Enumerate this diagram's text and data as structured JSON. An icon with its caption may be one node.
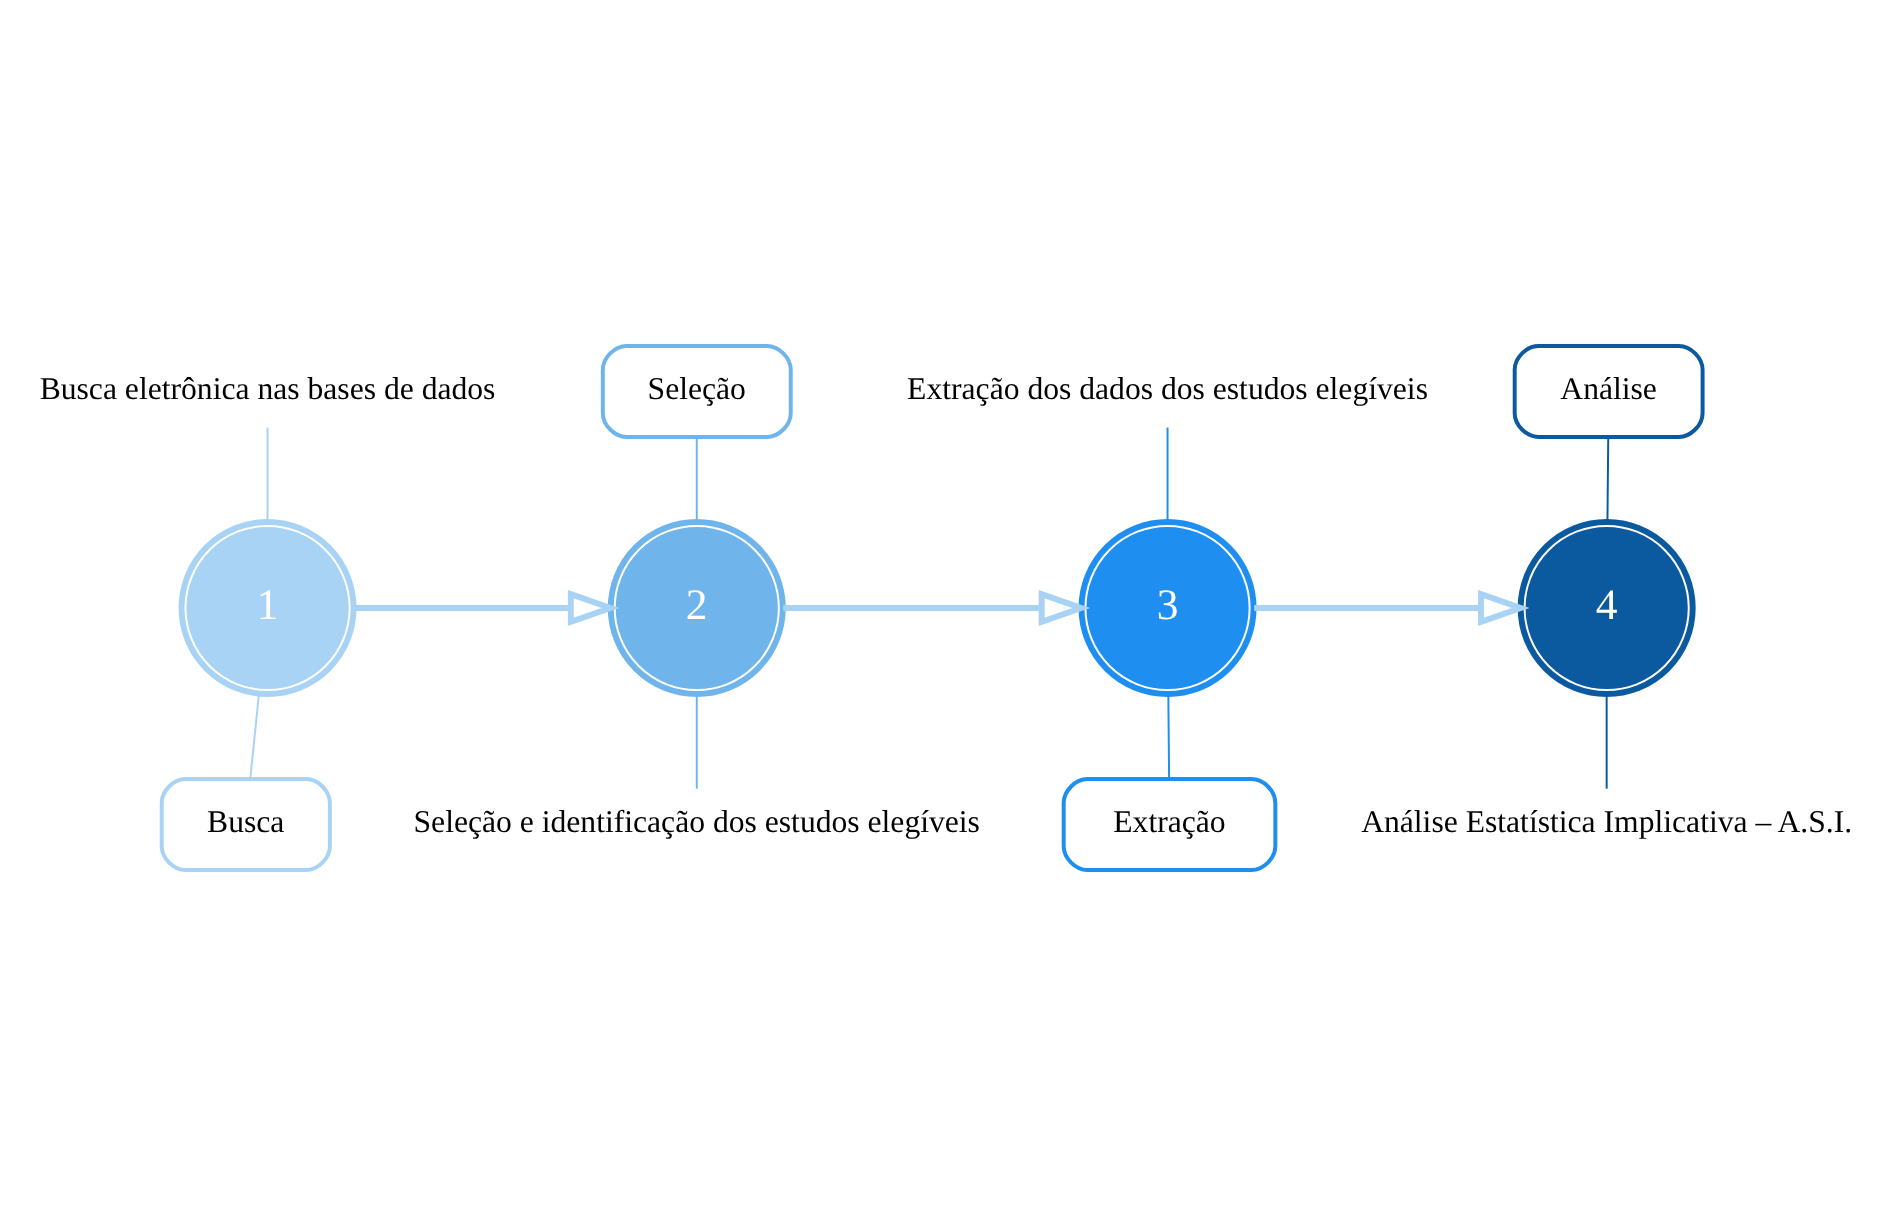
{
  "diagram": {
    "nodes": [
      {
        "text": [
          "1"
        ]
      },
      {
        "text": [
          "Busca eletrônica nas bases de dados"
        ]
      },
      {
        "text": [
          "Busca"
        ]
      },
      {
        "text": [
          "2"
        ]
      },
      {
        "text": [
          "Seleção"
        ]
      },
      {
        "text": [
          "Seleção e identificação dos estudos elegíveis"
        ]
      },
      {
        "text": [
          "3"
        ]
      },
      {
        "text": [
          "Extração dos dados dos estudos elegíveis"
        ]
      },
      {
        "text": [
          "Extração"
        ]
      },
      {
        "text": [
          "4"
        ]
      },
      {
        "text": [
          "Análise"
        ]
      },
      {
        "text": [
          "Análise Estatística Implicativa – A.S.I."
        ]
      }
    ],
    "edges": [
      {
        "from": 0,
        "to": 1,
        "arrow": "none",
        "color": "#a9d3f5"
      },
      {
        "from": 0,
        "to": 2,
        "arrow": "none",
        "color": "#a9d3f5"
      },
      {
        "from": 0,
        "to": 3,
        "arrow": "to",
        "color": "#a9d3f5",
        "style": "thick"
      },
      {
        "from": 3,
        "to": 4,
        "arrow": "none",
        "color": "#6fb5ec"
      },
      {
        "from": 3,
        "to": 5,
        "arrow": "none",
        "color": "#6fb5ec"
      },
      {
        "from": 3,
        "to": 6,
        "arrow": "to",
        "color": "#a9d3f5",
        "style": "thick"
      },
      {
        "from": 6,
        "to": 7,
        "arrow": "none",
        "color": "#1e8ff0"
      },
      {
        "from": 6,
        "to": 8,
        "arrow": "none",
        "color": "#1e8ff0"
      },
      {
        "from": 6,
        "to": 9,
        "arrow": "to",
        "color": "#a9d3f5",
        "style": "thick"
      },
      {
        "from": 9,
        "to": 10,
        "arrow": "none",
        "color": "#0b5aa0"
      },
      {
        "from": 9,
        "to": 11,
        "arrow": "none",
        "color": "#0b5aa0"
      }
    ]
  }
}
